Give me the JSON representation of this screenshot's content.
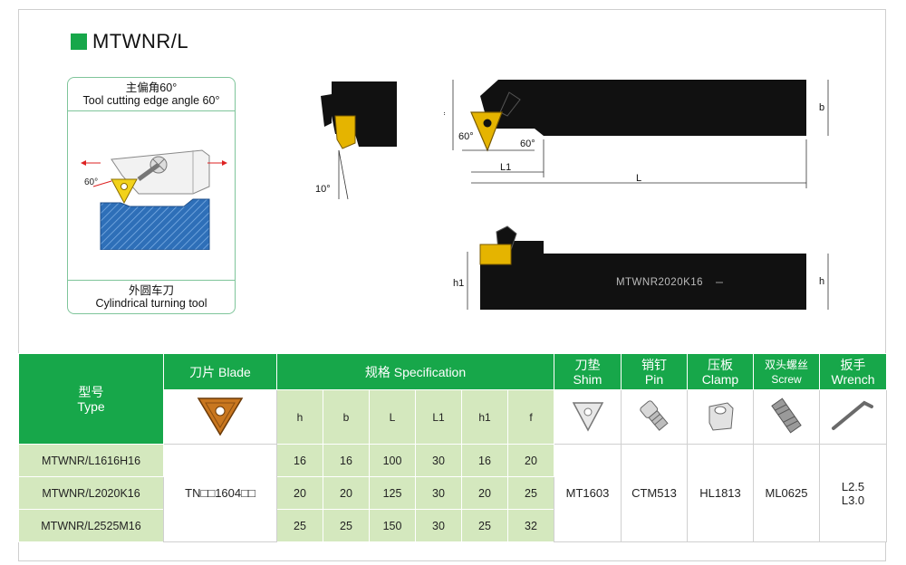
{
  "title": "MTWNR/L",
  "panel": {
    "top_cn": "主偏角60°",
    "top_en": "Tool cutting edge angle 60°",
    "bottom_cn": "外圆车刀",
    "bottom_en": "Cylindrical turning tool",
    "angle_label": "60°"
  },
  "drawing": {
    "front_angle": "10°",
    "top_angle1": "60°",
    "top_angle2": "60°",
    "dim_L1": "L1",
    "dim_L": "L",
    "dim_b": "b",
    "dim_f": "f",
    "dim_h": "h",
    "dim_h1": "h1",
    "shank_marking": "MTWNR2020K16"
  },
  "table": {
    "type_cn": "型号",
    "type_en": "Type",
    "blade": "刀片 Blade",
    "spec": "规格 Specification",
    "shim_cn": "刀垫",
    "shim_en": "Shim",
    "pin_cn": "销钉",
    "pin_en": "Pin",
    "clamp_cn": "压板",
    "clamp_en": "Clamp",
    "screw_cn": "双头螺丝",
    "screw_en": "Screw",
    "wrench_cn": "扳手",
    "wrench_en": "Wrench",
    "spec_cols": [
      "h",
      "b",
      "L",
      "L1",
      "h1",
      "f"
    ],
    "rows": [
      {
        "type": "MTWNR/L1616H16",
        "vals": [
          "16",
          "16",
          "100",
          "30",
          "16",
          "20"
        ]
      },
      {
        "type": "MTWNR/L2020K16",
        "vals": [
          "20",
          "20",
          "125",
          "30",
          "20",
          "25"
        ]
      },
      {
        "type": "MTWNR/L2525M16",
        "vals": [
          "25",
          "25",
          "150",
          "30",
          "25",
          "32"
        ]
      }
    ],
    "blade_code": "TN□□1604□□",
    "shim_code": "MT1603",
    "pin_code": "CTM513",
    "clamp_code": "HL1813",
    "screw_code": "ML0625",
    "wrench_code1": "L2.5",
    "wrench_code2": "L3.0"
  }
}
